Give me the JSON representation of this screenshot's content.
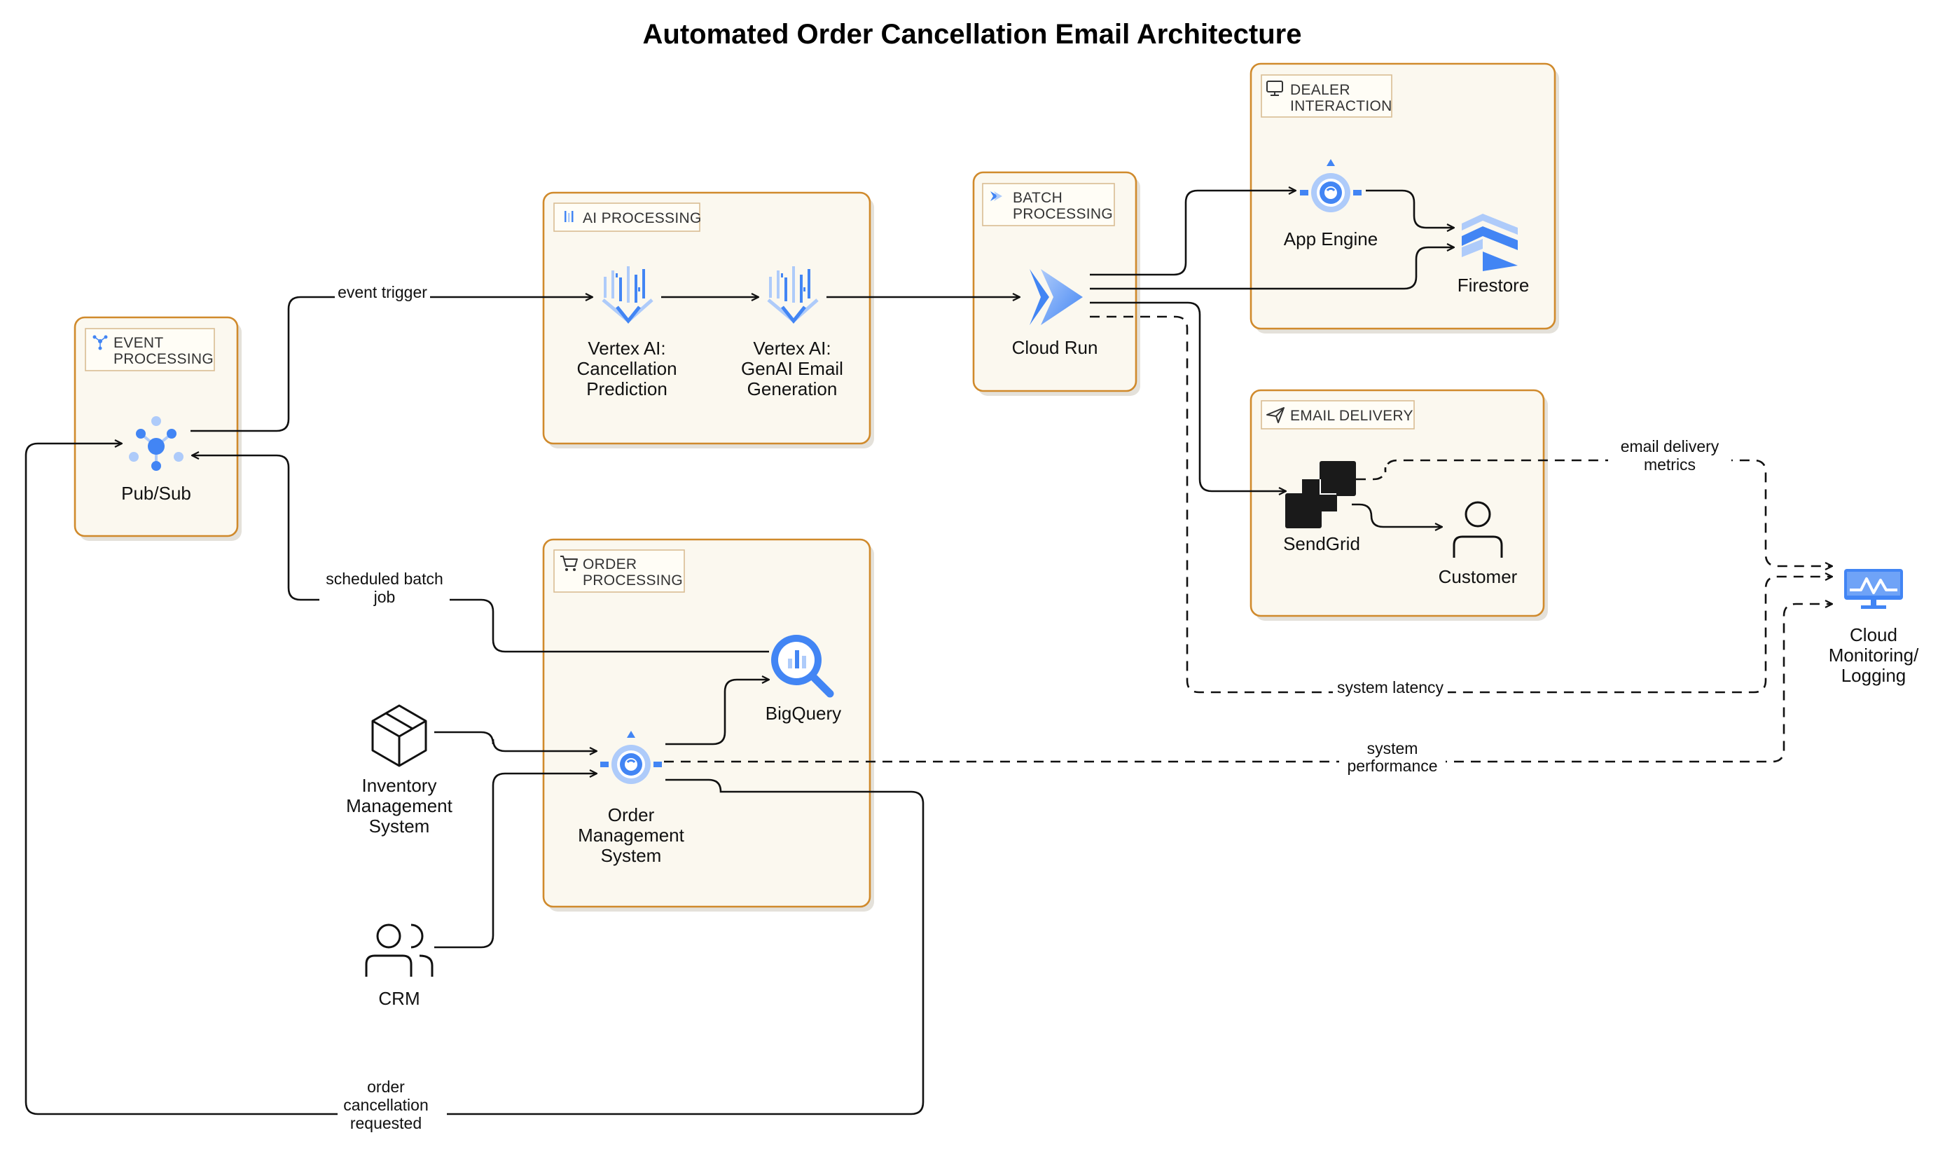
{
  "title": "Automated Order Cancellation Email Architecture",
  "colors": {
    "group_border": "#d08a2c",
    "group_fill": "#fbf8ef",
    "gcp_blue": "#4285f4",
    "gcp_light_blue": "#aecbfa",
    "sendgrid_black": "#1a1a1a"
  },
  "groups": {
    "event_processing": {
      "label_line1": "EVENT",
      "label_line2": "PROCESSING",
      "icon": "pubsub-small-icon"
    },
    "ai_processing": {
      "label": "AI PROCESSING",
      "icon": "vertex-small-icon"
    },
    "batch_processing": {
      "label_line1": "BATCH",
      "label_line2": "PROCESSING",
      "icon": "cloud-run-small-icon"
    },
    "dealer_interaction": {
      "label_line1": "DEALER",
      "label_line2": "INTERACTION",
      "icon": "monitor-icon"
    },
    "email_delivery": {
      "label": "EMAIL DELIVERY",
      "icon": "paper-plane-icon"
    },
    "order_processing": {
      "label_line1": "ORDER",
      "label_line2": "PROCESSING",
      "icon": "shopping-cart-icon"
    }
  },
  "nodes": {
    "pubsub": {
      "label": "Pub/Sub",
      "icon": "pubsub-icon"
    },
    "vertex_prediction": {
      "line1": "Vertex AI:",
      "line2": "Cancellation",
      "line3": "Prediction",
      "icon": "vertex-ai-icon"
    },
    "vertex_genai": {
      "line1": "Vertex AI:",
      "line2": "GenAI Email",
      "line3": "Generation",
      "icon": "vertex-ai-icon"
    },
    "cloud_run": {
      "label": "Cloud Run",
      "icon": "cloud-run-icon"
    },
    "app_engine": {
      "label": "App Engine",
      "icon": "app-engine-icon"
    },
    "firestore": {
      "label": "Firestore",
      "icon": "firestore-icon"
    },
    "sendgrid": {
      "label": "SendGrid",
      "icon": "sendgrid-icon"
    },
    "customer": {
      "label": "Customer",
      "icon": "user-icon"
    },
    "cloud_monitoring": {
      "line1": "Cloud",
      "line2": "Monitoring/",
      "line3": "Logging",
      "icon": "monitoring-icon"
    },
    "bigquery": {
      "label": "BigQuery",
      "icon": "bigquery-icon"
    },
    "order_mgmt": {
      "line1": "Order",
      "line2": "Management",
      "line3": "System",
      "icon": "compute-icon"
    },
    "inventory": {
      "line1": "Inventory",
      "line2": "Management",
      "line3": "System",
      "icon": "package-box-icon"
    },
    "crm": {
      "label": "CRM",
      "icon": "users-icon"
    }
  },
  "edges": {
    "event_trigger": "event trigger",
    "scheduled_batch_line1": "scheduled batch",
    "scheduled_batch_line2": "job",
    "email_metrics_line1": "email delivery",
    "email_metrics_line2": "metrics",
    "system_latency": "system latency",
    "system_perf_line1": "system",
    "system_perf_line2": "performance",
    "order_cancel_line1": "order",
    "order_cancel_line2": "cancellation",
    "order_cancel_line3": "requested"
  }
}
